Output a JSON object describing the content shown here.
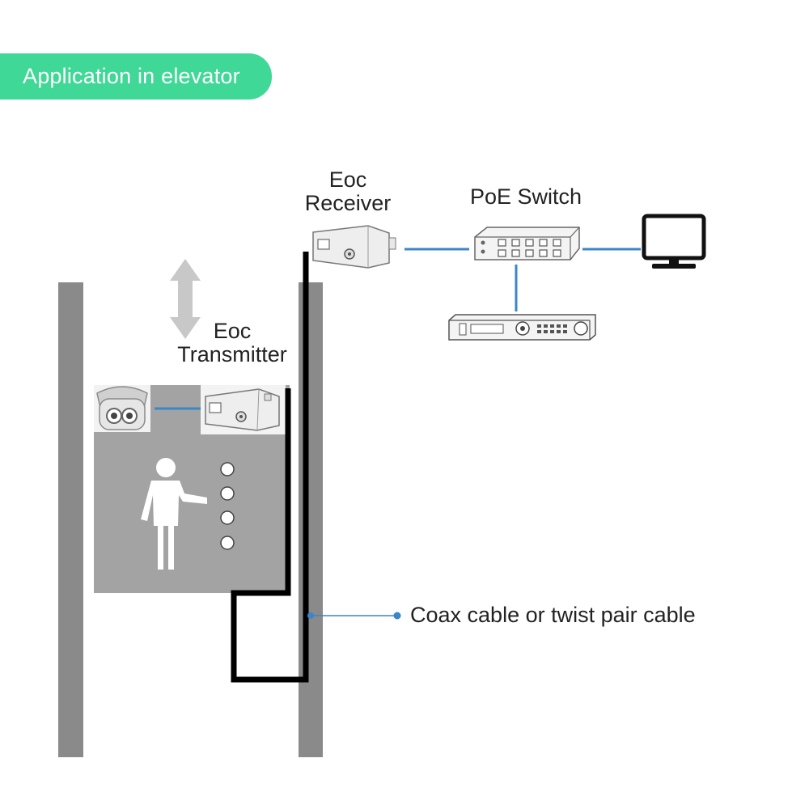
{
  "header": {
    "badge_text": "Application in elevator"
  },
  "labels": {
    "receiver_line1": "Eoc",
    "receiver_line2": "Receiver",
    "switch": "PoE Switch",
    "transmitter_line1": "Eoc",
    "transmitter_line2": "Transmitter",
    "cable": "Coax cable or twist pair cable"
  },
  "colors": {
    "badge": "#3fd896",
    "link_line": "#3b86c6",
    "shaft_wall": "#8a8a8a",
    "elevator_car": "#a3a3a3",
    "cable": "#000000"
  },
  "icons": [
    "camera-icon",
    "eoc-transmitter-icon",
    "eoc-receiver-icon",
    "poe-switch-icon",
    "monitor-icon",
    "nvr-icon",
    "person-icon",
    "elevator-arrow-icon"
  ]
}
